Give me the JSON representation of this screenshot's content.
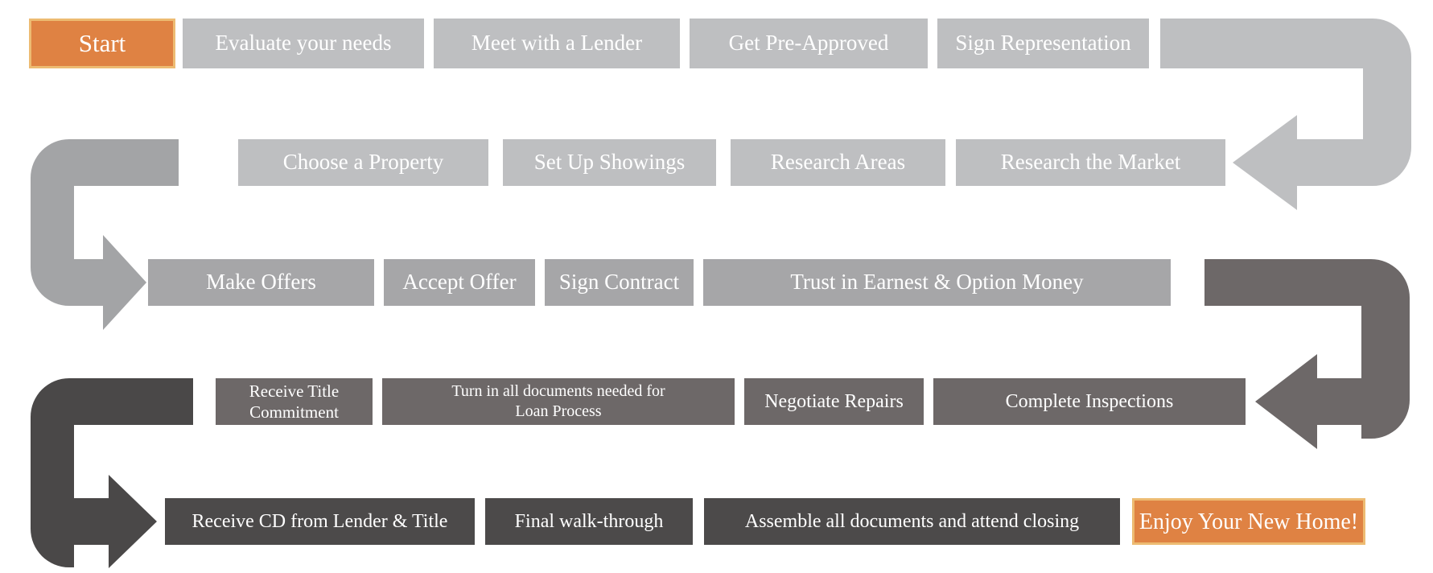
{
  "flow": {
    "rows": [
      {
        "boxes": [
          {
            "label": "Start"
          },
          {
            "label": "Evaluate your needs"
          },
          {
            "label": "Meet with a Lender"
          },
          {
            "label": "Get Pre-Approved"
          },
          {
            "label": "Sign Representation"
          }
        ]
      },
      {
        "boxes": [
          {
            "label": "Choose a Property"
          },
          {
            "label": "Set Up Showings"
          },
          {
            "label": "Research Areas"
          },
          {
            "label": "Research the Market"
          }
        ]
      },
      {
        "boxes": [
          {
            "label": "Make Offers"
          },
          {
            "label": "Accept Offer"
          },
          {
            "label": "Sign Contract"
          },
          {
            "label": "Trust in Earnest & Option Money"
          }
        ]
      },
      {
        "boxes": [
          {
            "label": "Receive Title Commitment"
          },
          {
            "label": "Turn in all documents needed for\nLoan Process"
          },
          {
            "label": "Negotiate Repairs"
          },
          {
            "label": "Complete Inspections"
          }
        ]
      },
      {
        "boxes": [
          {
            "label": "Receive CD from Lender & Title"
          },
          {
            "label": "Final walk-through"
          },
          {
            "label": "Assemble all documents and attend closing"
          },
          {
            "label": "Enjoy Your New Home!"
          }
        ]
      }
    ],
    "arrows": [
      {
        "name": "u-turn-arrow-right-top",
        "from": "Sign Representation",
        "to": "Research the Market",
        "points": "left"
      },
      {
        "name": "u-turn-arrow-left-top",
        "from": "Choose a Property",
        "to": "Make Offers",
        "points": "right"
      },
      {
        "name": "u-turn-arrow-right-bottom",
        "from": "Trust in Earnest & Option Money",
        "to": "Complete Inspections",
        "points": "left"
      },
      {
        "name": "u-turn-arrow-left-bottom",
        "from": "Receive Title Commitment",
        "to": "Receive CD from Lender & Title",
        "points": "right"
      }
    ]
  },
  "colors": {
    "accent": "#DF8243",
    "accent_border": "#EDBB72",
    "gray_light": "#BEBFC1",
    "gray_medium": "#A6A6A8",
    "arrow_medium": "#A3A4A6",
    "gray_dark": "#6D6868",
    "gray_darkest": "#4C4A4A",
    "arrow_darkest": "#4A4848",
    "text": "#FFFFFF",
    "background": "#FFFFFF"
  }
}
